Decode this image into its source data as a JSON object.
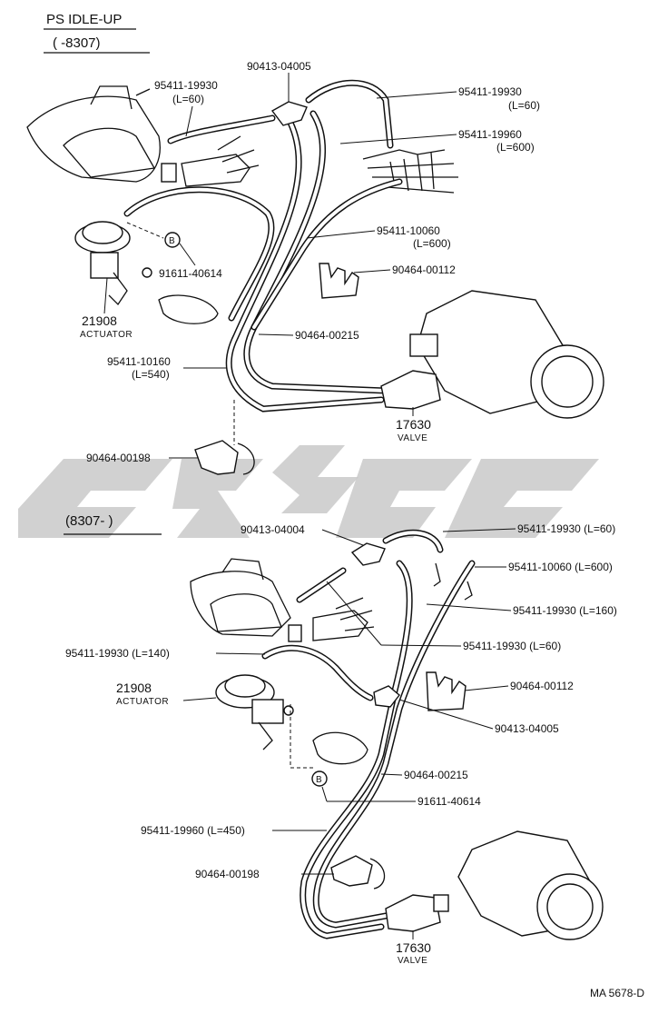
{
  "header": {
    "title": "PS IDLE-UP",
    "period_top": "( -8307)",
    "period_bottom": "(8307- )"
  },
  "footer": {
    "ref": "MA 5678-D"
  },
  "top_labels": {
    "l1": "95411-19930",
    "l1b": "(L=60)",
    "l2": "90413-04005",
    "l3": "95411-19930",
    "l3b": "(L=60)",
    "l4": "95411-19960",
    "l4b": "(L=600)",
    "l5": "95411-10060",
    "l5b": "(L=600)",
    "l6": "91611-40614",
    "l7": "90464-00112",
    "l8num": "21908",
    "l8name": "ACTUATOR",
    "l9": "90464-00215",
    "l10": "95411-10160",
    "l10b": "(L=540)",
    "l11num": "17630",
    "l11name": "VALVE",
    "l12": "90464-00198",
    "b": "B"
  },
  "bottom_labels": {
    "m1": "90413-04004",
    "m2": "95411-19930 (L=60)",
    "m3": "95411-10060 (L=600)",
    "m4": "95411-19930 (L=160)",
    "m5": "95411-19930 (L=60)",
    "m6": "95411-19930 (L=140)",
    "m7num": "21908",
    "m7name": "ACTUATOR",
    "m8": "90464-00112",
    "m9": "90413-04005",
    "m10": "90464-00215",
    "m11": "91611-40614",
    "m12": "95411-19960 (L=450)",
    "m13": "90464-00198",
    "m14num": "17630",
    "m14name": "VALVE",
    "b": "B"
  }
}
